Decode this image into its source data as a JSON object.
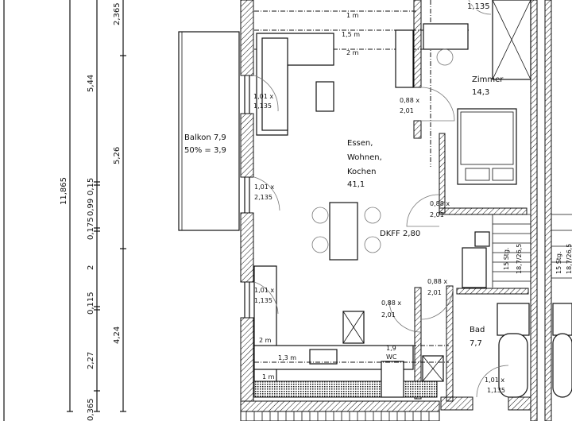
{
  "dimensions": {
    "total": "11,865",
    "outer": [
      "2,365",
      "5,26",
      "4,24"
    ],
    "inner": [
      "5,44",
      "0,15",
      "0,99",
      "0,175",
      "2",
      "0,115",
      "2,27",
      "0,365"
    ]
  },
  "balcony": {
    "name": "Balkon 7,9",
    "area_note": "50% = 3,9"
  },
  "clearances": {
    "c1": "1 m",
    "c2": "1,5 m",
    "c3": "2 m",
    "k1": "2 m",
    "k2": "1,3 m",
    "k3": "1 m"
  },
  "rooms": {
    "living": {
      "l1": "Essen,",
      "l2": "Wohnen,",
      "l3": "Kochen",
      "area": "41,1"
    },
    "zimmer": {
      "name": "Zimmer",
      "area": "14,3"
    },
    "bad": {
      "name": "Bad",
      "area": "7,7"
    },
    "wc": {
      "area": "1,9",
      "name": "WC"
    }
  },
  "openings": {
    "w1": {
      "a": "1,01 x",
      "b": "1,135"
    },
    "w2": {
      "a": "1,01 x",
      "b": "2,135"
    },
    "w3": {
      "a": "1,01 x",
      "b": "1,135"
    },
    "w4": {
      "a": "1,01 x",
      "b": "1,135"
    },
    "w_top": "1,135",
    "d1": {
      "a": "0,88 x",
      "b": "2,01"
    },
    "d2": {
      "a": "0,88 x",
      "b": "2,01"
    },
    "d3": {
      "a": "0,88 x",
      "b": "2,01"
    },
    "d4": {
      "a": "0,88 x",
      "b": "2,01"
    }
  },
  "level": "DKFF 2,80",
  "stairs": [
    {
      "steps": "15 Stg.",
      "ratio": "18,7/26,5"
    },
    {
      "steps": "15 Stg.",
      "ratio": "18,7/26,5"
    }
  ]
}
